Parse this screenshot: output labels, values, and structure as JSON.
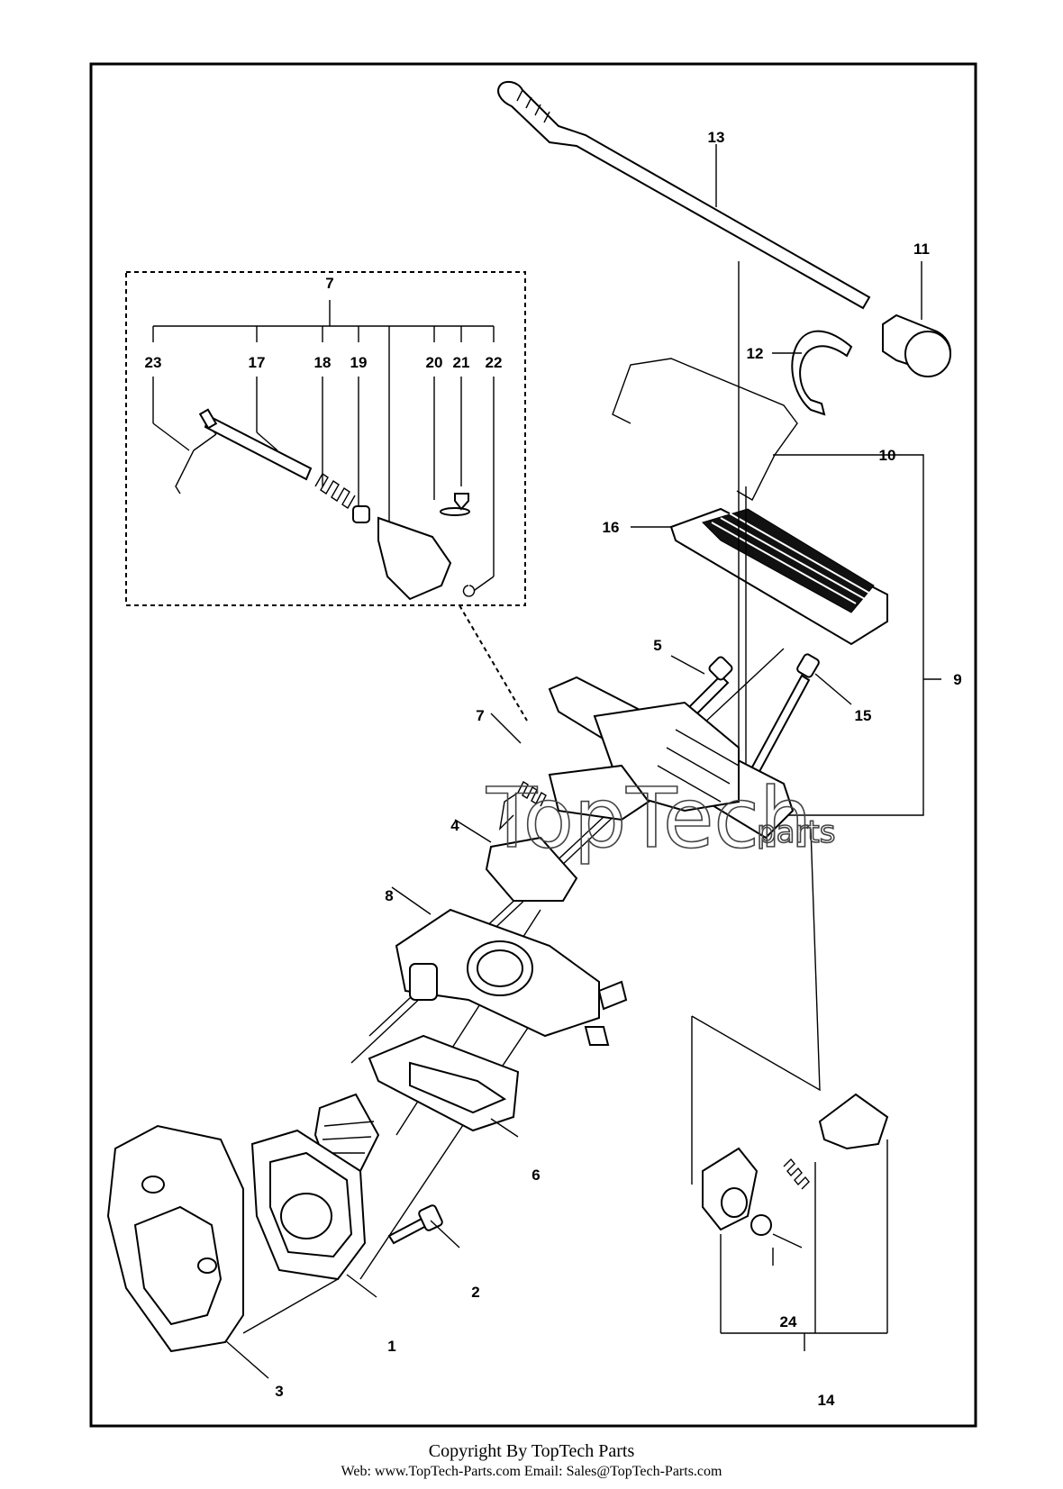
{
  "footer": {
    "copyright": "Copyright By TopTech Parts",
    "contact": "Web: www.TopTech-Parts.com  Email: Sales@TopTech-Parts.com"
  },
  "watermark": {
    "brand": "TopTech",
    "suffix": "parts"
  },
  "callouts": [
    "1",
    "2",
    "3",
    "4",
    "5",
    "6",
    "7",
    "8",
    "9",
    "10",
    "11",
    "12",
    "13",
    "14",
    "15",
    "16",
    "17",
    "18",
    "19",
    "20",
    "21",
    "22",
    "23",
    "24"
  ],
  "inset_callouts": {
    "header": "7",
    "items": [
      "23",
      "17",
      "18",
      "19",
      "20",
      "21",
      "22"
    ]
  },
  "colors": {
    "ink": "#000000",
    "paper": "#ffffff",
    "watermark": "#444444"
  }
}
